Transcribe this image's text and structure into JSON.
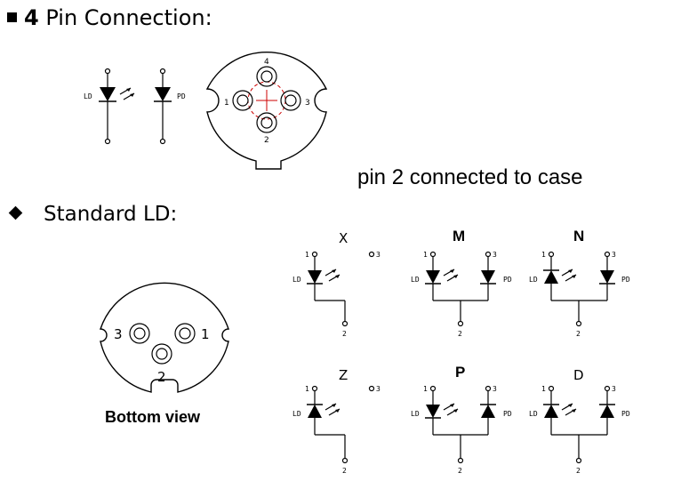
{
  "header": {
    "number": "4",
    "title": "Pin Connection:"
  },
  "note": "pin 2 connected to case",
  "section": {
    "title": "Standard LD:"
  },
  "bottom_view": {
    "caption": "Bottom view",
    "pins": [
      "3",
      "1",
      "2"
    ]
  },
  "top_symbols": {
    "ld": "LD",
    "pd": "PD"
  },
  "pinout_top": {
    "pins": [
      "4",
      "1",
      "3",
      "2"
    ]
  },
  "configs": [
    {
      "code": "X",
      "ld": "LD",
      "pd": "",
      "p1": "1",
      "p2": "2",
      "p3": "3"
    },
    {
      "code": "M",
      "ld": "LD",
      "pd": "PD",
      "p1": "1",
      "p2": "2",
      "p3": "3"
    },
    {
      "code": "N",
      "ld": "LD",
      "pd": "PD",
      "p1": "1",
      "p2": "2",
      "p3": "3"
    },
    {
      "code": "Z",
      "ld": "LD",
      "pd": "",
      "p1": "1",
      "p2": "2",
      "p3": "3"
    },
    {
      "code": "P",
      "ld": "LD",
      "pd": "PD",
      "p1": "1",
      "p2": "2",
      "p3": "3"
    },
    {
      "code": "D",
      "ld": "LD",
      "pd": "PD",
      "p1": "1",
      "p2": "2",
      "p3": "3"
    }
  ]
}
